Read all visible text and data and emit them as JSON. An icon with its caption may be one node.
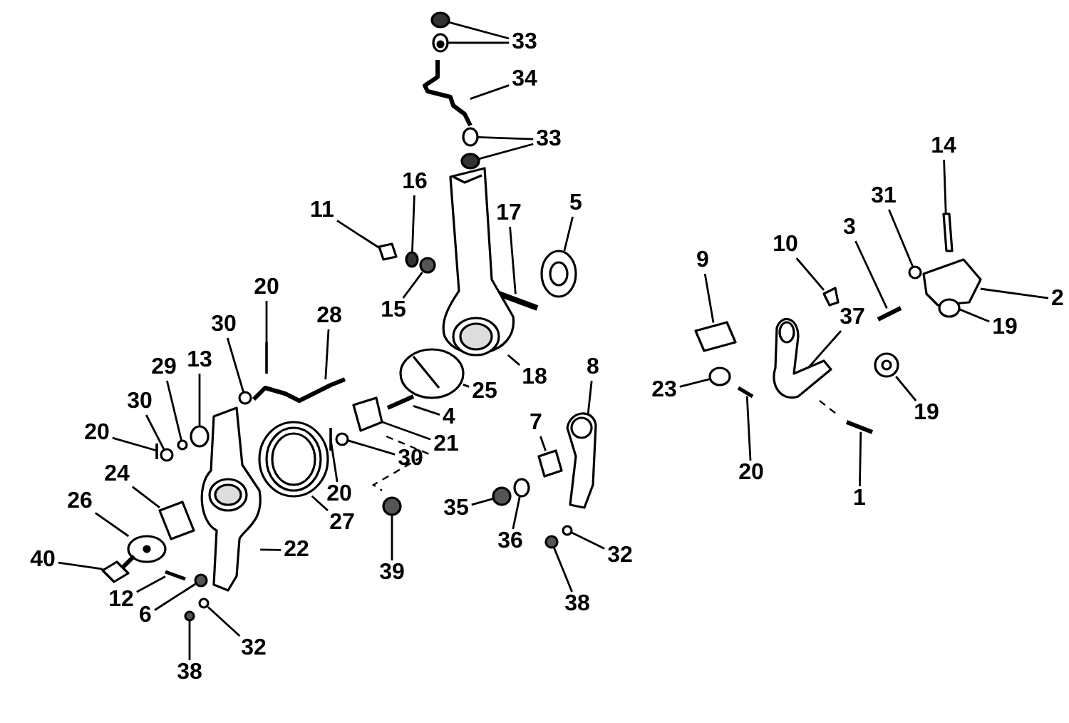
{
  "diagram": {
    "nodes": [
      {
        "text": [
          "33"
        ]
      },
      {
        "text": [
          "34"
        ]
      },
      {
        "text": [
          "33"
        ]
      },
      {
        "text": [
          "11"
        ]
      },
      {
        "text": [
          "16"
        ]
      },
      {
        "text": [
          "15"
        ]
      },
      {
        "text": [
          "17"
        ]
      },
      {
        "text": [
          "5"
        ]
      },
      {
        "text": [
          "20"
        ]
      },
      {
        "text": [
          "28"
        ]
      },
      {
        "text": [
          "30"
        ]
      },
      {
        "text": [
          "29"
        ]
      },
      {
        "text": [
          "13"
        ]
      },
      {
        "text": [
          "30"
        ]
      },
      {
        "text": [
          "20"
        ]
      },
      {
        "text": [
          "24"
        ]
      },
      {
        "text": [
          "26"
        ]
      },
      {
        "text": [
          "40"
        ]
      },
      {
        "text": [
          "12"
        ]
      },
      {
        "text": [
          "6"
        ]
      },
      {
        "text": [
          "38"
        ]
      },
      {
        "text": [
          "32"
        ]
      },
      {
        "text": [
          "22"
        ]
      },
      {
        "text": [
          "27"
        ]
      },
      {
        "text": [
          "20"
        ]
      },
      {
        "text": [
          "30"
        ]
      },
      {
        "text": [
          "21"
        ]
      },
      {
        "text": [
          "4"
        ]
      },
      {
        "text": [
          "25"
        ]
      },
      {
        "text": [
          "18"
        ]
      },
      {
        "text": [
          "39"
        ]
      },
      {
        "text": [
          "35"
        ]
      },
      {
        "text": [
          "36"
        ]
      },
      {
        "text": [
          "7"
        ]
      },
      {
        "text": [
          "8"
        ]
      },
      {
        "text": [
          "38"
        ]
      },
      {
        "text": [
          "32"
        ]
      },
      {
        "text": [
          "9"
        ]
      },
      {
        "text": [
          "10"
        ]
      },
      {
        "text": [
          "3"
        ]
      },
      {
        "text": [
          "31"
        ]
      },
      {
        "text": [
          "14"
        ]
      },
      {
        "text": [
          "2"
        ]
      },
      {
        "text": [
          "19"
        ]
      },
      {
        "text": [
          "37"
        ]
      },
      {
        "text": [
          "19"
        ]
      },
      {
        "text": [
          "23"
        ]
      },
      {
        "text": [
          "20"
        ]
      },
      {
        "text": [
          "1"
        ]
      },
      {
        "text": [],
        "shape": "circle"
      },
      {
        "text": [],
        "shape": "circle"
      },
      {
        "text": [],
        "shape": "bar"
      },
      {
        "text": [],
        "shape": "circle"
      },
      {
        "text": [],
        "shape": "circle"
      },
      {
        "text": [],
        "shape": "box"
      },
      {
        "text": [],
        "shape": "circle"
      },
      {
        "text": [],
        "shape": "circle"
      },
      {
        "text": [],
        "shape": "bar"
      },
      {
        "text": [],
        "shape": "circle"
      },
      {
        "text": [],
        "shape": "bar"
      },
      {
        "text": [],
        "shape": "bar"
      },
      {
        "text": [],
        "shape": "circle"
      },
      {
        "text": [],
        "shape": "circle"
      },
      {
        "text": [],
        "shape": "circle"
      },
      {
        "text": [],
        "shape": "circle"
      },
      {
        "text": [],
        "shape": "bar"
      },
      {
        "text": [],
        "shape": "box"
      },
      {
        "text": [],
        "shape": "circle"
      },
      {
        "text": [],
        "shape": "picture"
      },
      {
        "text": [],
        "shape": "bar"
      },
      {
        "text": [],
        "shape": "circle"
      },
      {
        "text": [],
        "shape": "circle"
      },
      {
        "text": [],
        "shape": "circle"
      },
      {
        "text": [],
        "shape": "picture"
      },
      {
        "text": [],
        "shape": "picture"
      },
      {
        "text": [],
        "shape": "bar"
      },
      {
        "text": [],
        "shape": "circle"
      },
      {
        "text": [],
        "shape": "box"
      },
      {
        "text": [],
        "shape": "bar"
      },
      {
        "text": [],
        "shape": "picture"
      },
      {
        "text": [],
        "shape": "picture"
      },
      {
        "text": [],
        "shape": "circle"
      },
      {
        "text": [],
        "shape": "circle"
      },
      {
        "text": [],
        "shape": "circle"
      },
      {
        "text": [],
        "shape": "box"
      },
      {
        "text": [],
        "shape": "picture"
      },
      {
        "text": [],
        "shape": "circle"
      },
      {
        "text": [],
        "shape": "circle"
      },
      {
        "text": [],
        "shape": "box"
      },
      {
        "text": [],
        "shape": "box"
      },
      {
        "text": [],
        "shape": "bar"
      },
      {
        "text": [],
        "shape": "circle"
      },
      {
        "text": [],
        "shape": "bar"
      },
      {
        "text": [],
        "shape": "picture"
      },
      {
        "text": [],
        "shape": "circle"
      },
      {
        "text": [],
        "shape": "picture"
      },
      {
        "text": [],
        "shape": "circle"
      },
      {
        "text": [],
        "shape": "circle"
      },
      {
        "text": [],
        "shape": "bar"
      },
      {
        "text": [],
        "shape": "bar"
      }
    ],
    "edges": [
      {
        "from": 0,
        "to": 49,
        "arrow": "none"
      },
      {
        "from": 0,
        "to": 50,
        "arrow": "none"
      },
      {
        "from": 1,
        "to": 51,
        "arrow": "none"
      },
      {
        "from": 2,
        "to": 52,
        "arrow": "none"
      },
      {
        "from": 2,
        "to": 53,
        "arrow": "none"
      },
      {
        "from": 3,
        "to": 54,
        "arrow": "none"
      },
      {
        "from": 4,
        "to": 55,
        "arrow": "none"
      },
      {
        "from": 5,
        "to": 56,
        "arrow": "none"
      },
      {
        "from": 6,
        "to": 57,
        "arrow": "none"
      },
      {
        "from": 7,
        "to": 58,
        "arrow": "none"
      },
      {
        "from": 8,
        "to": 59,
        "arrow": "none"
      },
      {
        "from": 9,
        "to": 60,
        "arrow": "none"
      },
      {
        "from": 10,
        "to": 61,
        "arrow": "none"
      },
      {
        "from": 11,
        "to": 62,
        "arrow": "none"
      },
      {
        "from": 12,
        "to": 63,
        "arrow": "none"
      },
      {
        "from": 13,
        "to": 64,
        "arrow": "none"
      },
      {
        "from": 14,
        "to": 65,
        "arrow": "none"
      },
      {
        "from": 15,
        "to": 66,
        "arrow": "none"
      },
      {
        "from": 16,
        "to": 67,
        "arrow": "none"
      },
      {
        "from": 17,
        "to": 68,
        "arrow": "none"
      },
      {
        "from": 18,
        "to": 69,
        "arrow": "none"
      },
      {
        "from": 19,
        "to": 70,
        "arrow": "none"
      },
      {
        "from": 20,
        "to": 71,
        "arrow": "none"
      },
      {
        "from": 21,
        "to": 72,
        "arrow": "none"
      },
      {
        "from": 22,
        "to": 73,
        "arrow": "none"
      },
      {
        "from": 23,
        "to": 74,
        "arrow": "none"
      },
      {
        "from": 24,
        "to": 75,
        "arrow": "none"
      },
      {
        "from": 25,
        "to": 76,
        "arrow": "none"
      },
      {
        "from": 26,
        "to": 77,
        "arrow": "none"
      },
      {
        "from": 27,
        "to": 78,
        "arrow": "none"
      },
      {
        "from": 28,
        "to": 79,
        "arrow": "none"
      },
      {
        "from": 29,
        "to": 80,
        "arrow": "none"
      },
      {
        "from": 30,
        "to": 81,
        "arrow": "none"
      },
      {
        "from": 31,
        "to": 82,
        "arrow": "none"
      },
      {
        "from": 32,
        "to": 83,
        "arrow": "none"
      },
      {
        "from": 33,
        "to": 84,
        "arrow": "none"
      },
      {
        "from": 34,
        "to": 85,
        "arrow": "none"
      },
      {
        "from": 35,
        "to": 86,
        "arrow": "none"
      },
      {
        "from": 36,
        "to": 87,
        "arrow": "none"
      },
      {
        "from": 37,
        "to": 88,
        "arrow": "none"
      },
      {
        "from": 38,
        "to": 89,
        "arrow": "none"
      },
      {
        "from": 39,
        "to": 90,
        "arrow": "none"
      },
      {
        "from": 40,
        "to": 91,
        "arrow": "none"
      },
      {
        "from": 41,
        "to": 92,
        "arrow": "none"
      },
      {
        "from": 42,
        "to": 93,
        "arrow": "none"
      },
      {
        "from": 43,
        "to": 94,
        "arrow": "none"
      },
      {
        "from": 44,
        "to": 95,
        "arrow": "none"
      },
      {
        "from": 45,
        "to": 96,
        "arrow": "none"
      },
      {
        "from": 46,
        "to": 97,
        "arrow": "none"
      },
      {
        "from": 47,
        "to": 98,
        "arrow": "none"
      },
      {
        "from": 48,
        "to": 99,
        "arrow": "none"
      }
    ]
  }
}
